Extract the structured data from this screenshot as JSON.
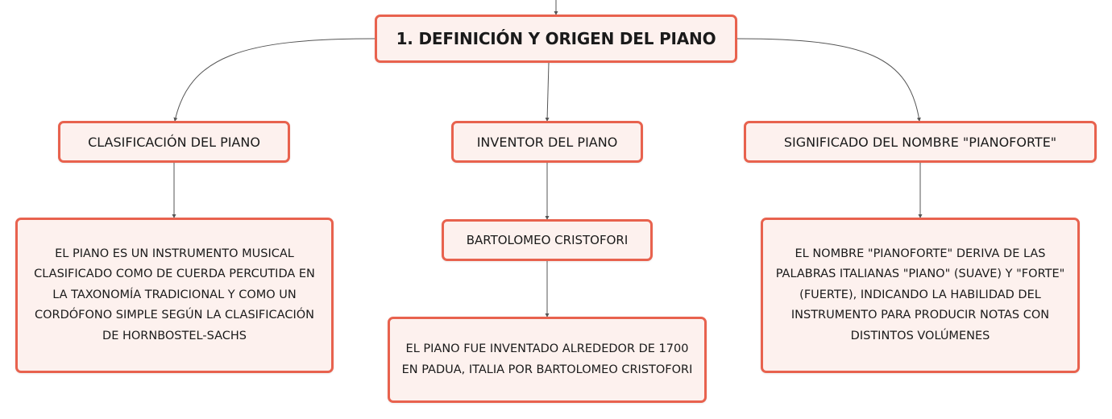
{
  "root": {
    "label": "1. DEFINICIÓN Y ORIGEN DEL PIANO"
  },
  "branches": [
    {
      "label": "CLASIFICACIÓN DEL PIANO",
      "children": [
        "EL PIANO ES UN INSTRUMENTO MUSICAL CLASIFICADO COMO DE CUERDA PERCUTIDA EN LA TAXONOMÍA TRADICIONAL Y COMO UN CORDÓFONO SIMPLE SEGÚN LA CLASIFICACIÓN DE HORNBOSTEL-SACHS"
      ]
    },
    {
      "label": "INVENTOR DEL PIANO",
      "children": [
        "BARTOLOMEO CRISTOFORI",
        "EL PIANO FUE INVENTADO ALREDEDOR DE 1700 EN PADUA, ITALIA POR BARTOLOMEO CRISTOFORI"
      ]
    },
    {
      "label": "SIGNIFICADO DEL NOMBRE \"PIANOFORTE\"",
      "children": [
        "EL NOMBRE \"PIANOFORTE\" DERIVA DE LAS PALABRAS ITALIANAS \"PIANO\" (SUAVE) Y \"FORTE\" (FUERTE), INDICANDO LA HABILIDAD DEL INSTRUMENTO PARA PRODUCIR NOTAS CON DISTINTOS VOLÚMENES"
      ]
    }
  ],
  "colors": {
    "node_border": "#e8624e",
    "node_fill": "#fdf1ee",
    "connector": "#555555",
    "text": "#1a1a1a"
  }
}
